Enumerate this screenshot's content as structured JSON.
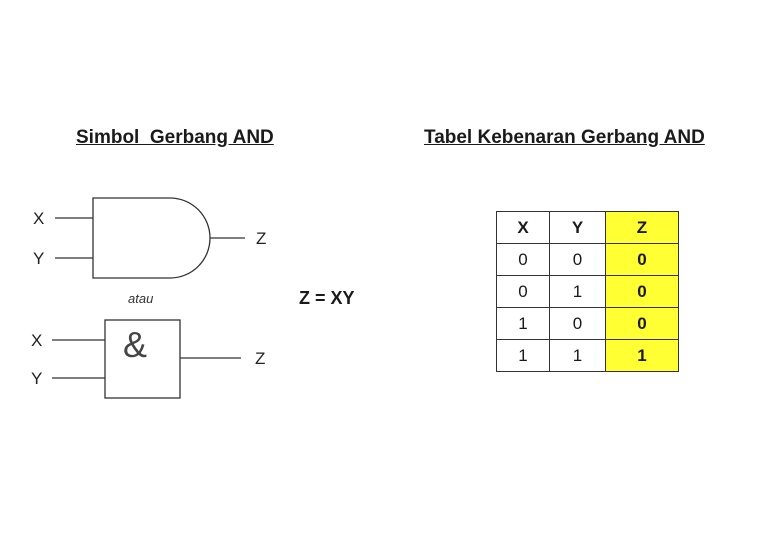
{
  "titles": {
    "symbol": "Simbol  Gerbang AND",
    "truth_table": "Tabel Kebenaran Gerbang AND"
  },
  "gates": {
    "input_x": "X",
    "input_y": "Y",
    "output_z": "Z",
    "alternative_word": "atau",
    "iec_symbol": "&"
  },
  "equation": "Z = XY",
  "truth_table": {
    "headers": [
      "X",
      "Y",
      "Z"
    ],
    "rows": [
      [
        "0",
        "0",
        "0"
      ],
      [
        "0",
        "1",
        "0"
      ],
      [
        "1",
        "0",
        "0"
      ],
      [
        "1",
        "1",
        "1"
      ]
    ],
    "highlight_color": "#ffff33"
  }
}
